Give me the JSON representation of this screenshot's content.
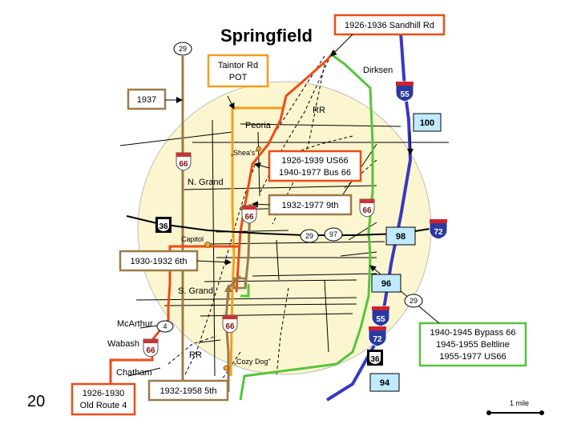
{
  "title": "Springfield",
  "slide_number": "20",
  "scale_label": "1 mile",
  "colors": {
    "circle_fill": "#fbf6cf",
    "route_orange": "#f59d1e",
    "route_red": "#f04a16",
    "route_brown": "#9c7a4a",
    "route_green": "#55c43c",
    "route_blue": "#3a38c2",
    "interstate_blue": "#2b3aa0",
    "interstate_red": "#d1222b",
    "highway_box": "#bfeaff"
  },
  "callouts": {
    "sandhill": "1926-1936 Sandhill Rd",
    "taintor_line1": "Taintor Rd",
    "taintor_line2": "POT",
    "y1937": "1937",
    "us66_line1": "1926-1939 US66",
    "us66_line2": "1940-1977 Bus 66",
    "ninth": "1932-1977 9th",
    "sixth": "1930-1932 6th",
    "bypass_line1": "1940-1945 Bypass 66",
    "bypass_line2": "1945-1955 Beltline",
    "bypass_line3": "1955-1977 US66",
    "old4_line1": "1926-1930",
    "old4_line2": "Old Route 4",
    "fifth": "1932-1958 5th"
  },
  "places": {
    "dirksen": "Dirksen",
    "peoria": "Peoria",
    "sheas": "„Shea's\"",
    "rr_top": "RR",
    "n_grand": "N. Grand",
    "capitol": "Capitol",
    "s_grand": "S. Grand",
    "mcarthur": "McArthur",
    "wabash": "Wabash",
    "chatham": "Chatham",
    "rr_bottom": "RR",
    "cozy_dog": "„Cozy Dog\""
  },
  "shields": {
    "rt29_top": "29",
    "rt29_mid": "29",
    "rt97": "97",
    "rt29_right": "29",
    "rt4": "4",
    "us36_left": "36",
    "us36_right": "36",
    "i55_top": "55",
    "i55_bottom": "55",
    "i72_right": "72",
    "i72_bottom": "72",
    "us66": "66"
  },
  "highway_numbers": {
    "h100": "100",
    "h98": "98",
    "h96": "96",
    "h94": "94"
  }
}
